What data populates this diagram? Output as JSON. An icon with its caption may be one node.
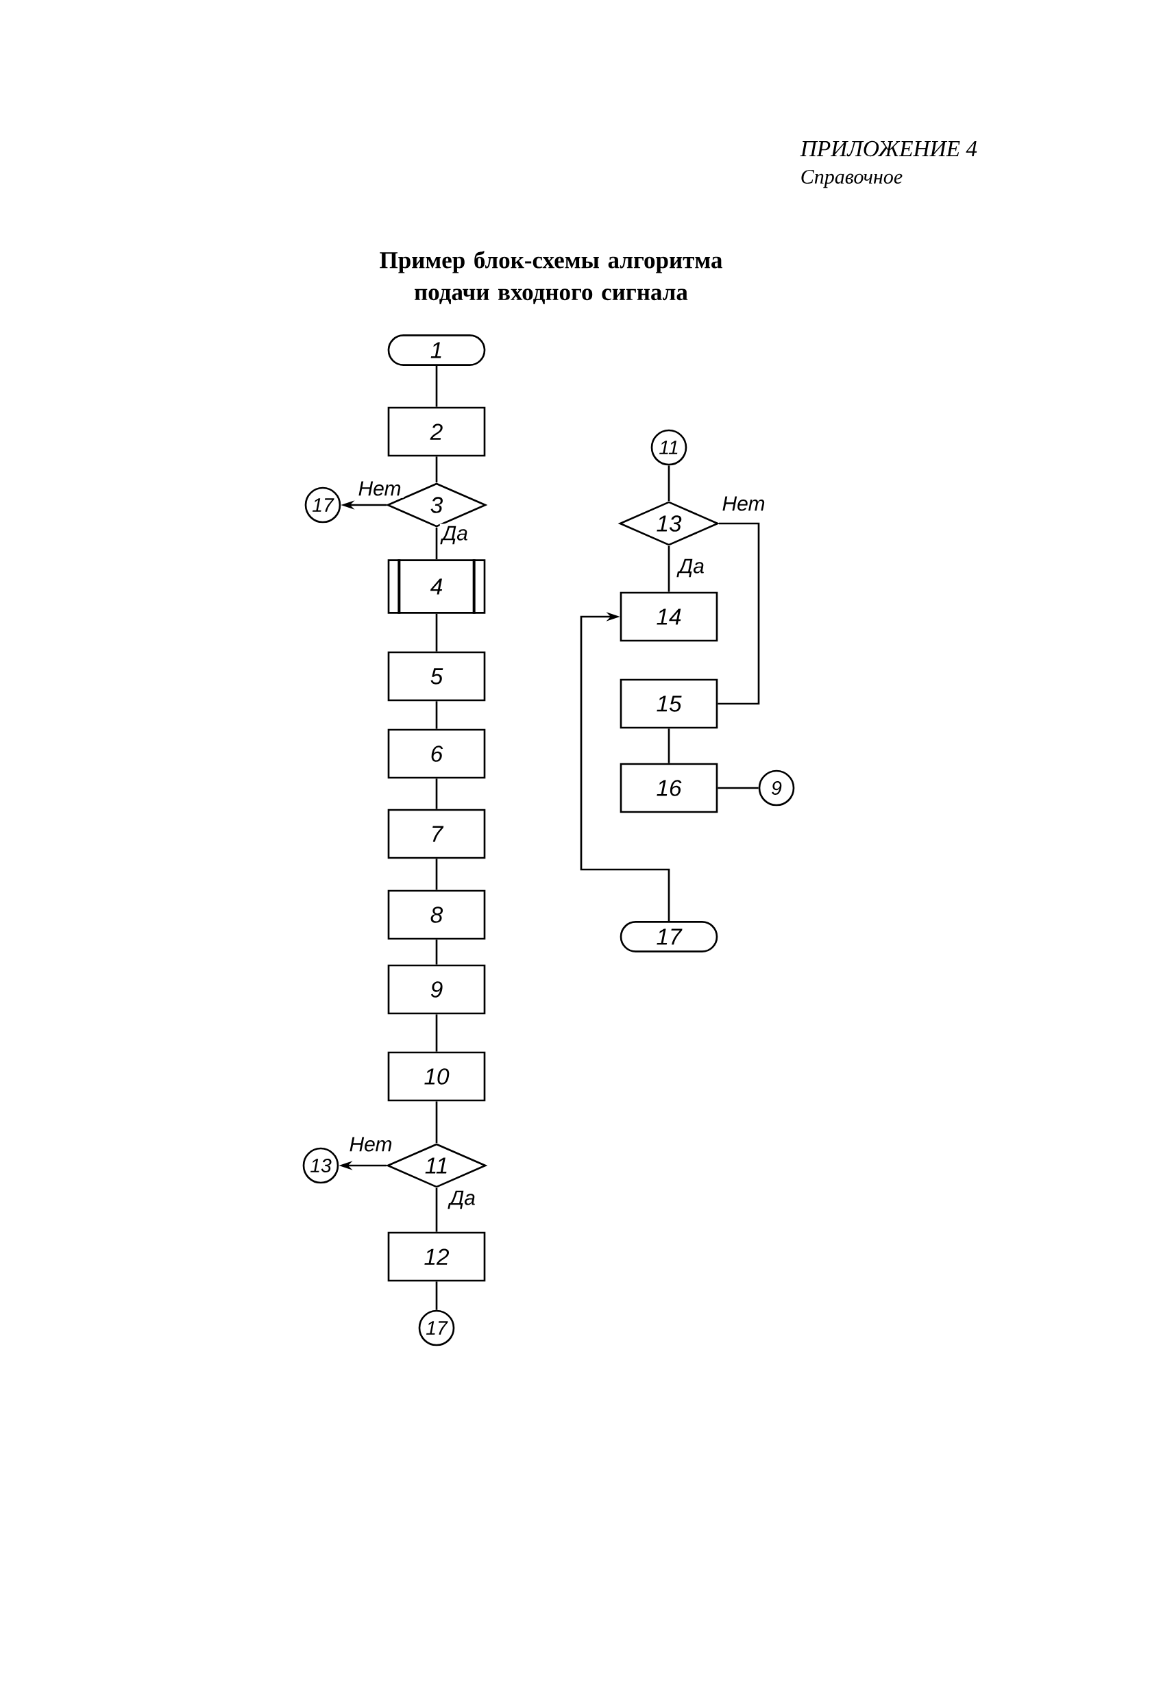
{
  "diagram": {
    "title": "Пример блок-схемы алгоритма подачи входного сигнала",
    "nodes": [
      {
        "text": [
          "1"
        ]
      },
      {
        "text": [
          "2"
        ]
      },
      {
        "text": [
          "17"
        ]
      },
      {
        "text": [
          "3"
        ]
      },
      {
        "text": [
          "4"
        ]
      },
      {
        "text": [
          "5"
        ]
      },
      {
        "text": [
          "6"
        ]
      },
      {
        "text": [
          "7"
        ]
      },
      {
        "text": [
          "8"
        ]
      },
      {
        "text": [
          "9"
        ]
      },
      {
        "text": [
          "10"
        ]
      },
      {
        "text": [
          "13"
        ]
      },
      {
        "text": [
          "11"
        ]
      },
      {
        "text": [
          "12"
        ]
      },
      {
        "text": [
          "17"
        ]
      },
      {
        "text": [
          "11"
        ]
      },
      {
        "text": [
          "13"
        ]
      },
      {
        "text": [
          "14"
        ]
      },
      {
        "text": [
          "15"
        ]
      },
      {
        "text": [
          "16"
        ]
      },
      {
        "text": [
          "9"
        ]
      },
      {
        "text": [
          "17"
        ]
      }
    ],
    "edges": [
      {
        "from": 0,
        "to": 1,
        "arrow": "none"
      },
      {
        "from": 1,
        "to": 3,
        "arrow": "none"
      },
      {
        "from": 3,
        "to": 2,
        "arrow": "to",
        "label": "Нет"
      },
      {
        "from": 3,
        "to": 4,
        "arrow": "none",
        "label": "Да"
      },
      {
        "from": 4,
        "to": 5,
        "arrow": "none"
      },
      {
        "from": 5,
        "to": 6,
        "arrow": "none"
      },
      {
        "from": 6,
        "to": 7,
        "arrow": "none"
      },
      {
        "from": 7,
        "to": 8,
        "arrow": "none"
      },
      {
        "from": 8,
        "to": 9,
        "arrow": "none"
      },
      {
        "from": 9,
        "to": 10,
        "arrow": "none"
      },
      {
        "from": 10,
        "to": 12,
        "arrow": "none"
      },
      {
        "from": 12,
        "to": 11,
        "arrow": "to",
        "label": "Нет"
      },
      {
        "from": 12,
        "to": 13,
        "arrow": "none",
        "label": "Да"
      },
      {
        "from": 13,
        "to": 14,
        "arrow": "none"
      },
      {
        "from": 15,
        "to": 16,
        "arrow": "none"
      },
      {
        "from": 16,
        "to": 17,
        "arrow": "none",
        "label": "Да"
      },
      {
        "from": 16,
        "to": 18,
        "arrow": "none",
        "label": "Нет"
      },
      {
        "from": 18,
        "to": 19,
        "arrow": "none"
      },
      {
        "from": 19,
        "to": 20,
        "arrow": "none"
      },
      {
        "from": 21,
        "to": 17,
        "arrow": "to"
      }
    ],
    "labels": [
      "ПРИЛОЖЕНИЕ 4",
      "Справочное"
    ]
  }
}
